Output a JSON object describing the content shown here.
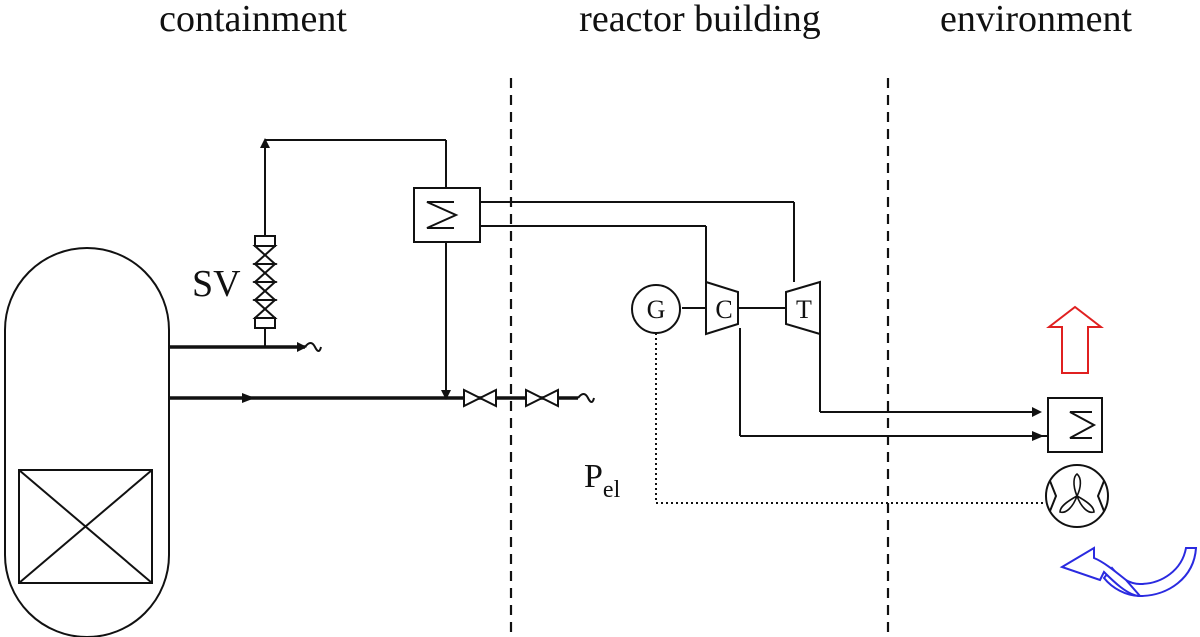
{
  "regions": {
    "containment": "containment",
    "reactor_building": "reactor building",
    "environment": "environment"
  },
  "labels": {
    "safety_valve": "SV",
    "generator": "G",
    "compressor": "C",
    "turbine": "T",
    "power_main": "P",
    "power_sub": "el"
  },
  "colors": {
    "line": "#111111",
    "heat_release_arrow": "#e02020",
    "air_intake_arrow": "#2a2ae0"
  },
  "icons": {
    "heat_exchanger": "heat-exchanger-icon",
    "fan": "fan-icon",
    "valve": "valve-icon"
  }
}
